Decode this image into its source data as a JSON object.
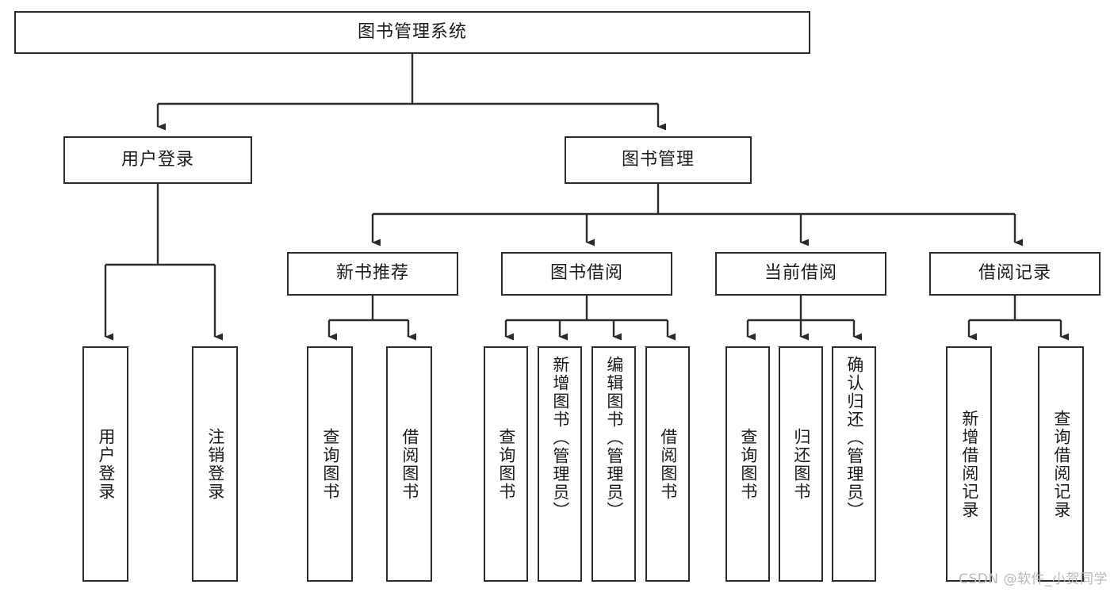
{
  "diagram": {
    "title": "图书管理系统",
    "type": "tree-hierarchy",
    "stroke_color": "#2b2b2b",
    "background_color": "#ffffff",
    "text_color": "#1a1a1a",
    "root": {
      "label": "图书管理系统"
    },
    "level2": [
      {
        "label": "用户登录"
      },
      {
        "label": "图书管理"
      }
    ],
    "level3": [
      {
        "label": "新书推荐"
      },
      {
        "label": "图书借阅"
      },
      {
        "label": "当前借阅"
      },
      {
        "label": "借阅记录"
      }
    ],
    "leaves": {
      "user_login": [
        {
          "label": "用户登录"
        },
        {
          "label": "注销登录"
        }
      ],
      "new_book": [
        {
          "label": "查询图书"
        },
        {
          "label": "借阅图书"
        }
      ],
      "book_borrow": [
        {
          "label": "查询图书"
        },
        {
          "label": "新增图书（管理员）"
        },
        {
          "label": "编辑图书（管理员）"
        },
        {
          "label": "借阅图书"
        }
      ],
      "current_borrow": [
        {
          "label": "查询图书"
        },
        {
          "label": "归还图书"
        },
        {
          "label": "确认归还（管理员）"
        }
      ],
      "borrow_record": [
        {
          "label": "新增借阅记录"
        },
        {
          "label": "查询借阅记录"
        }
      ]
    }
  },
  "watermark": {
    "text": "CSDN @软件_小贺同学"
  }
}
